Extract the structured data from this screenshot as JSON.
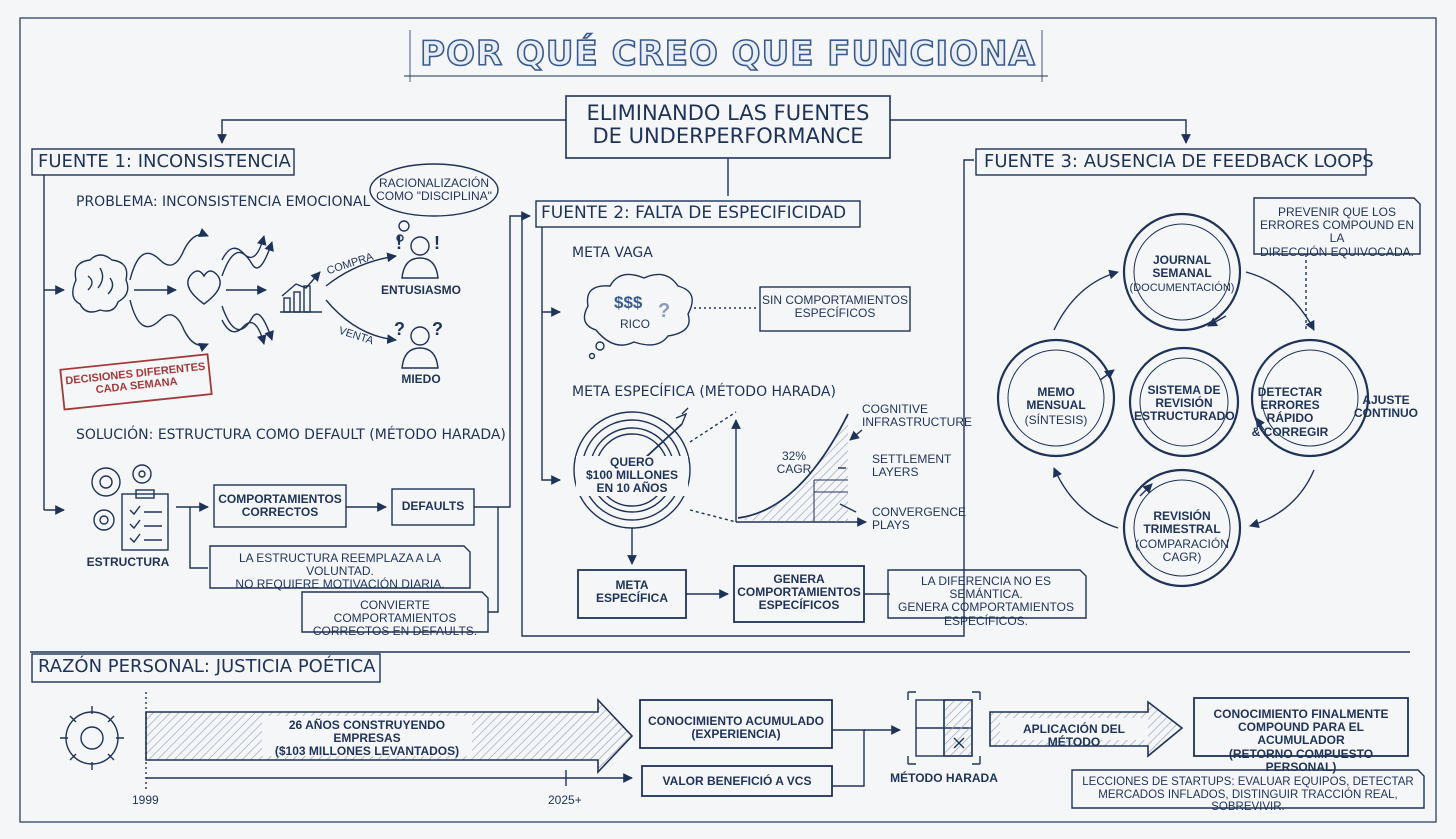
{
  "title": "POR QUÉ CREO QUE FUNCIONA",
  "central": "ELIMINANDO LAS FUENTES\nDE UNDERPERFORMANCE",
  "fuente1": {
    "header": "FUENTE 1: INCONSISTENCIA",
    "problema": "PROBLEMA: INCONSISTENCIA EMOCIONAL",
    "thought": "RACIONALIZACIÓN\nCOMO \"DISCIPLINA\"",
    "compra": "COMPRA",
    "venta": "VENTA",
    "entusiasmo": "ENTUSIASMO",
    "miedo": "MIEDO",
    "stamp": "DECISIONES DIFERENTES\nCADA SEMANA",
    "solucion": "SOLUCIÓN: ESTRUCTURA COMO DEFAULT (MÉTODO HARADA)",
    "estructura": "ESTRUCTURA",
    "comportamientos": "COMPORTAMIENTOS\nCORRECTOS",
    "defaults": "DEFAULTS",
    "note1": "LA ESTRUCTURA REEMPLAZA A LA VOLUNTAD.\nNO REQUIERE MOTIVACIÓN DIARIA.",
    "note2": "CONVIERTE COMPORTAMIENTOS\nCORRECTOS EN DEFAULTS."
  },
  "fuente2": {
    "header": "FUENTE 2: FALTA DE ESPECIFICIDAD",
    "meta_vaga": "META VAGA",
    "cloud_money": "$$$",
    "cloud_rico": "RICO",
    "cloud_q": "?",
    "sin_comp": "SIN COMPORTAMIENTOS\nESPECÍFICOS",
    "meta_especifica": "META ESPECÍFICA (MÉTODO HARADA)",
    "target": "QUERO\n$100 MILLONES\nEN 10 AÑOS",
    "cagr": "32%\nCAGR",
    "cognitive": "COGNITIVE\nINFRASTRUCTURE",
    "settlement": "SETTLEMENT\nLAYERS",
    "convergence": "CONVERGENCE\nPLAYS",
    "meta_box": "META\nESPECÍFICA",
    "genera": "GENERA\nCOMPORTAMIENTOS\nESPECÍFICOS",
    "note": "LA DIFERENCIA NO ES SEMÁNTICA.\nGENERA COMPORTAMIENTOS\nESPECÍFICOS."
  },
  "fuente3": {
    "header": "FUENTE 3: AUSENCIA DE FEEDBACK LOOPS",
    "note": "PREVENIR QUE LOS\nERRORES COMPOUND EN LA\nDIRECCIÓN EQUIVOCADA.",
    "journal": "JOURNAL\nSEMANAL",
    "journal_sub": "(DOCUMENTACIÓN)",
    "memo": "MEMO\nMENSUAL",
    "memo_sub": "(SÍNTESIS)",
    "sistema": "SISTEMA DE\nREVISIÓN\nESTRUCTURADO",
    "detectar": "DETECTAR\nERRORES RÁPIDO\n& CORREGIR",
    "ajuste": "AJUSTE\nCONTINUO",
    "revision": "REVISIÓN\nTRIMESTRAL",
    "revision_sub": "(COMPARACIÓN\nCAGR)"
  },
  "razon": {
    "header": "RAZÓN PERSONAL: JUSTICIA POÉTICA",
    "arrow_text": "26 AÑOS CONSTRUYENDO EMPRESAS\n($103 MILLONES LEVANTADOS)",
    "year_start": "1999",
    "year_end": "2025+",
    "conocimiento": "CONOCIMIENTO ACUMULADO\n(EXPERIENCIA)",
    "valor": "VALOR BENEFICIÓ A VCS",
    "metodo": "MÉTODO HARADA",
    "aplicacion": "APLICACIÓN DEL MÉTODO",
    "final": "CONOCIMIENTO FINALMENTE\nCOMPOUND PARA EL ACUMULADOR\n(RETORNO COMPUESTO PERSONAL)",
    "lecciones": "LECCIONES DE STARTUPS: EVALUAR EQUIPOS, DETECTAR\nMERCADOS INFLADOS, DISTINGUIR TRACCIÓN REAL, SOBREVIVIR."
  },
  "colors": {
    "ink": "#1e3358",
    "paper": "#f5f6f8",
    "stamp": "#a33a3a",
    "hatch": "#9aa8bf"
  }
}
